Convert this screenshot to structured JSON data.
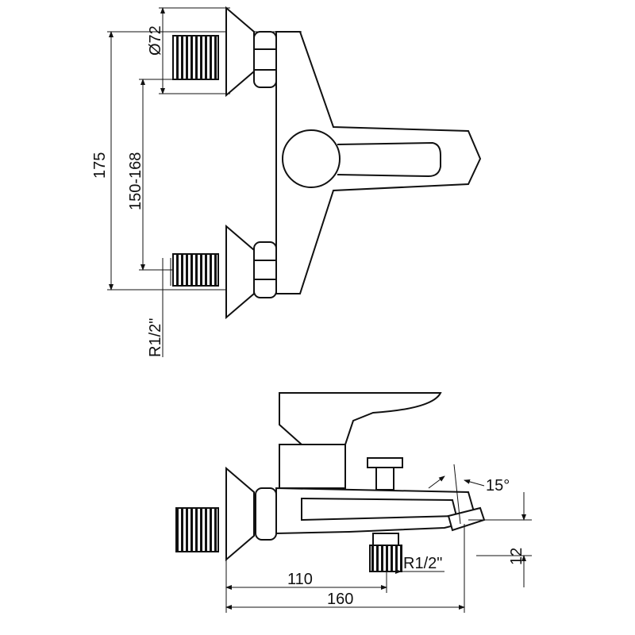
{
  "top_view": {
    "dim_flange": "Ø72",
    "dim_height": "175",
    "dim_inlet_spacing": "150-168",
    "dim_thread": "R1/2\""
  },
  "side_view": {
    "dim_angle": "15°",
    "dim_spout_drop": "12",
    "dim_outlet_offset": "110",
    "dim_total_depth": "160",
    "dim_outlet_thread": "R1/2\""
  }
}
